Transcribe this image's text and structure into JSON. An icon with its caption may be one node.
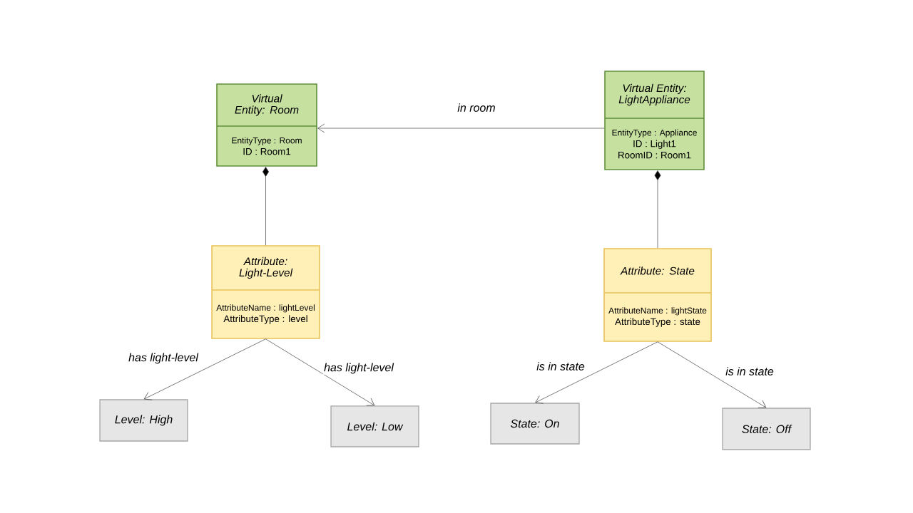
{
  "diagram": {
    "nodes": [
      {
        "text": [
          "Virtual Entity: Room",
          "EntityType : Room",
          "ID : Room1"
        ]
      },
      {
        "text": [
          "Virtual Entity: LightAppliance",
          "EntityType : Appliance",
          "ID : Light1",
          "RoomID : Room1"
        ]
      },
      {
        "text": [
          "Attribute: Light-Level",
          "AttributeName : lightLevel",
          "AttributeType : level"
        ]
      },
      {
        "text": [
          "Attribute: State",
          "AttributeName : lightState",
          "AttributeType : state"
        ]
      },
      {
        "text": [
          "Level: High"
        ]
      },
      {
        "text": [
          "Level: Low"
        ]
      },
      {
        "text": [
          "State: On"
        ]
      },
      {
        "text": [
          "State: Off"
        ]
      }
    ],
    "edges": [
      {
        "from": 1,
        "to": 0,
        "arrow": "to",
        "label": "in room"
      },
      {
        "from": 2,
        "to": 0,
        "arrow": "other"
      },
      {
        "from": 3,
        "to": 1,
        "arrow": "other"
      },
      {
        "from": 2,
        "to": 4,
        "arrow": "to",
        "label": "has light-level"
      },
      {
        "from": 2,
        "to": 5,
        "arrow": "to",
        "label": "has light-level"
      },
      {
        "from": 3,
        "to": 6,
        "arrow": "to",
        "label": "is in state"
      },
      {
        "from": 3,
        "to": 7,
        "arrow": "to",
        "label": "is in state"
      }
    ]
  }
}
